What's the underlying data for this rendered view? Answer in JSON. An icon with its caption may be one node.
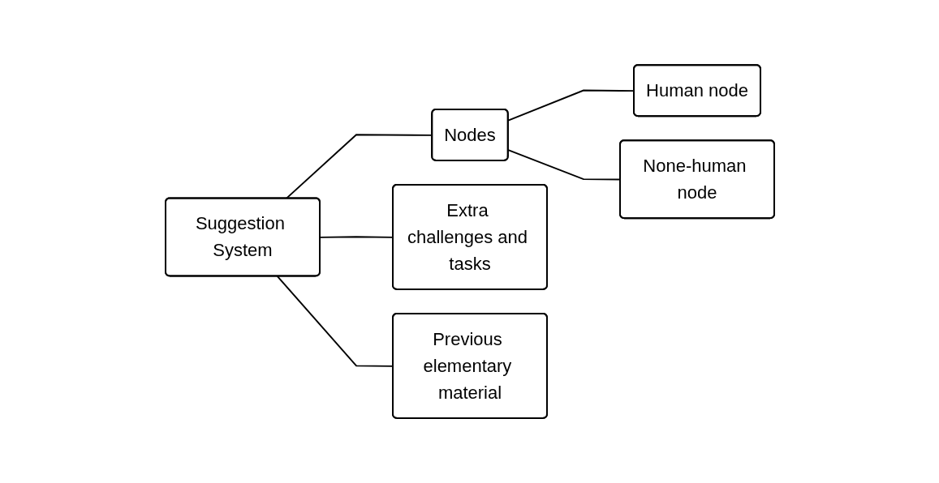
{
  "diagram": {
    "nodes": [
      {
        "text": [
          "Suggestion System"
        ]
      },
      {
        "text": [
          "Nodes"
        ]
      },
      {
        "text": [
          "Extra challenges and tasks"
        ]
      },
      {
        "text": [
          "Previous elementary material"
        ]
      },
      {
        "text": [
          "Human node"
        ]
      },
      {
        "text": [
          "None-human node"
        ]
      }
    ],
    "edges": [
      {
        "from": 0,
        "to": 1,
        "arrow": "none"
      },
      {
        "from": 0,
        "to": 2,
        "arrow": "none"
      },
      {
        "from": 0,
        "to": 3,
        "arrow": "none"
      },
      {
        "from": 1,
        "to": 4,
        "arrow": "none"
      },
      {
        "from": 1,
        "to": 5,
        "arrow": "none"
      }
    ]
  }
}
